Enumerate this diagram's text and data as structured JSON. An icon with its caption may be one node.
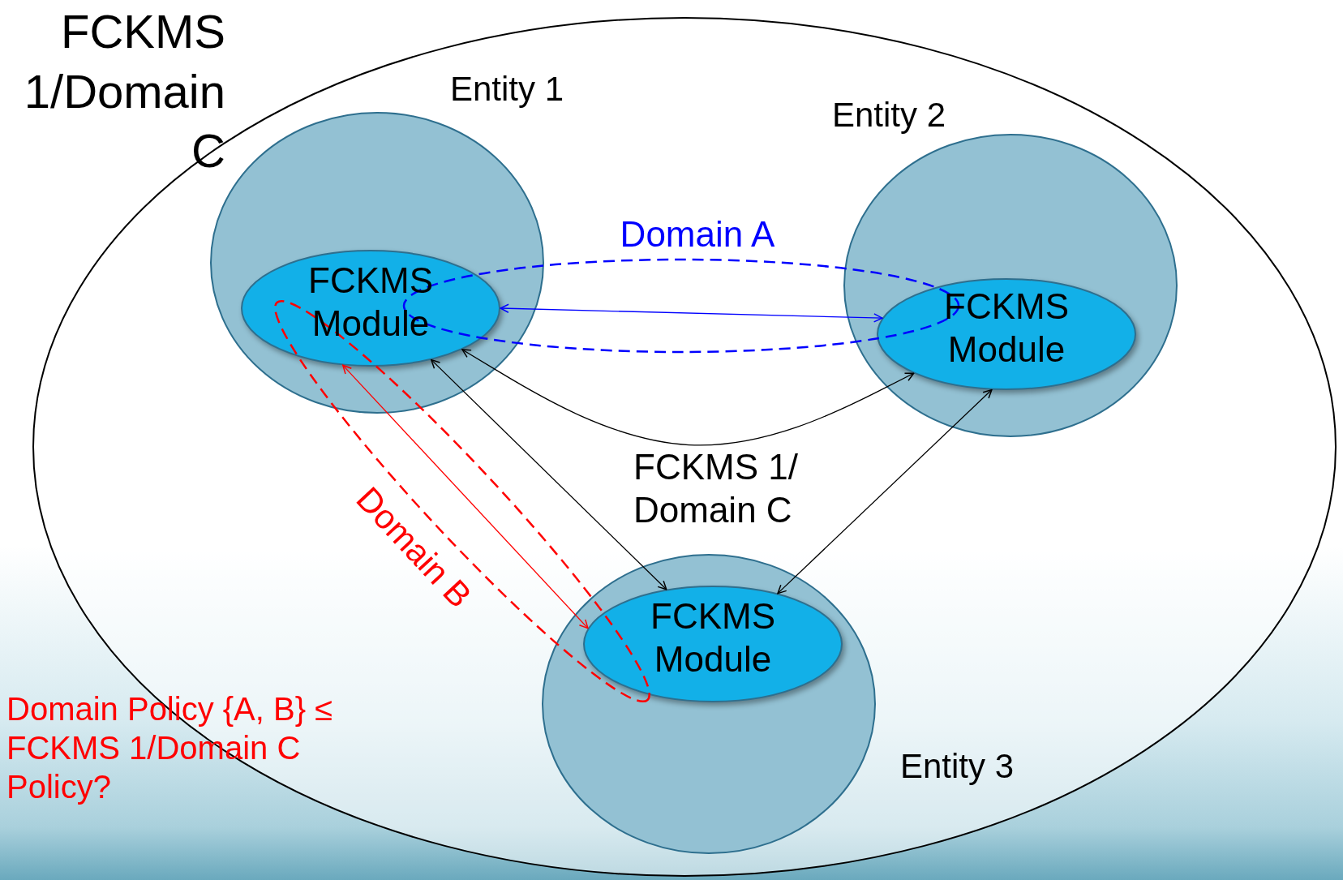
{
  "diagram": {
    "title": "FCKMS 1/Domain C",
    "nodes": [
      {
        "text": [
          "FCKMS 1/ Domain C"
        ]
      },
      {
        "text": [
          "Entity 1"
        ],
        "in": 0
      },
      {
        "text": [
          "FCKMS Module"
        ],
        "in": 1
      },
      {
        "text": [
          "Entity 2"
        ],
        "in": 0
      },
      {
        "text": [
          "FCKMS Module"
        ],
        "in": 3
      },
      {
        "text": [
          "Entity 3"
        ],
        "in": 0
      },
      {
        "text": [
          "FCKMS Module"
        ],
        "in": 5
      }
    ],
    "edges": [
      {
        "from": 2,
        "to": 4,
        "arrow": "both",
        "color": "#0000ff"
      },
      {
        "from": 2,
        "to": 4,
        "arrow": "both"
      },
      {
        "from": 2,
        "to": 6,
        "arrow": "both"
      },
      {
        "from": 4,
        "to": 6,
        "arrow": "both"
      },
      {
        "from": 2,
        "to": 6,
        "arrow": "both",
        "color": "#ff0000"
      }
    ],
    "labels": [
      "Domain A",
      "Domain B",
      "Domain Policy {A, B} ≤ FCKMS 1/Domain C Policy?"
    ]
  }
}
